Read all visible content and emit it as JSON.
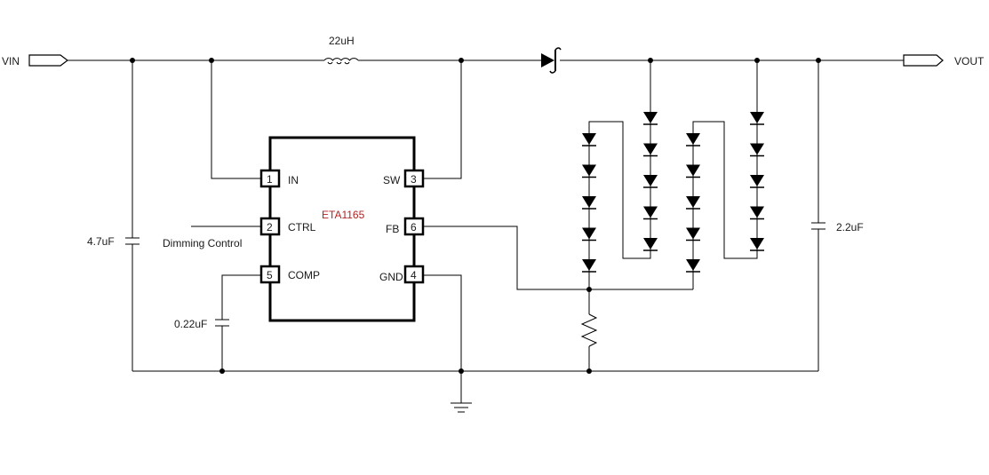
{
  "ports": {
    "vin": "VIN",
    "vout": "VOUT"
  },
  "components": {
    "inductor": "22uH",
    "cap_in": "4.7uF",
    "cap_out": "2.2uF",
    "cap_comp": "0.22uF",
    "ctrl_label": "Dimming Control"
  },
  "chip": {
    "name": "ETA1165",
    "name_color": "#b22222",
    "pins": [
      {
        "num": "1",
        "name": "IN"
      },
      {
        "num": "2",
        "name": "CTRL"
      },
      {
        "num": "5",
        "name": "COMP"
      },
      {
        "num": "3",
        "name": "SW"
      },
      {
        "num": "6",
        "name": "FB"
      },
      {
        "num": "4",
        "name": "GND"
      }
    ]
  },
  "led_strings": [
    5,
    5,
    5,
    5
  ]
}
